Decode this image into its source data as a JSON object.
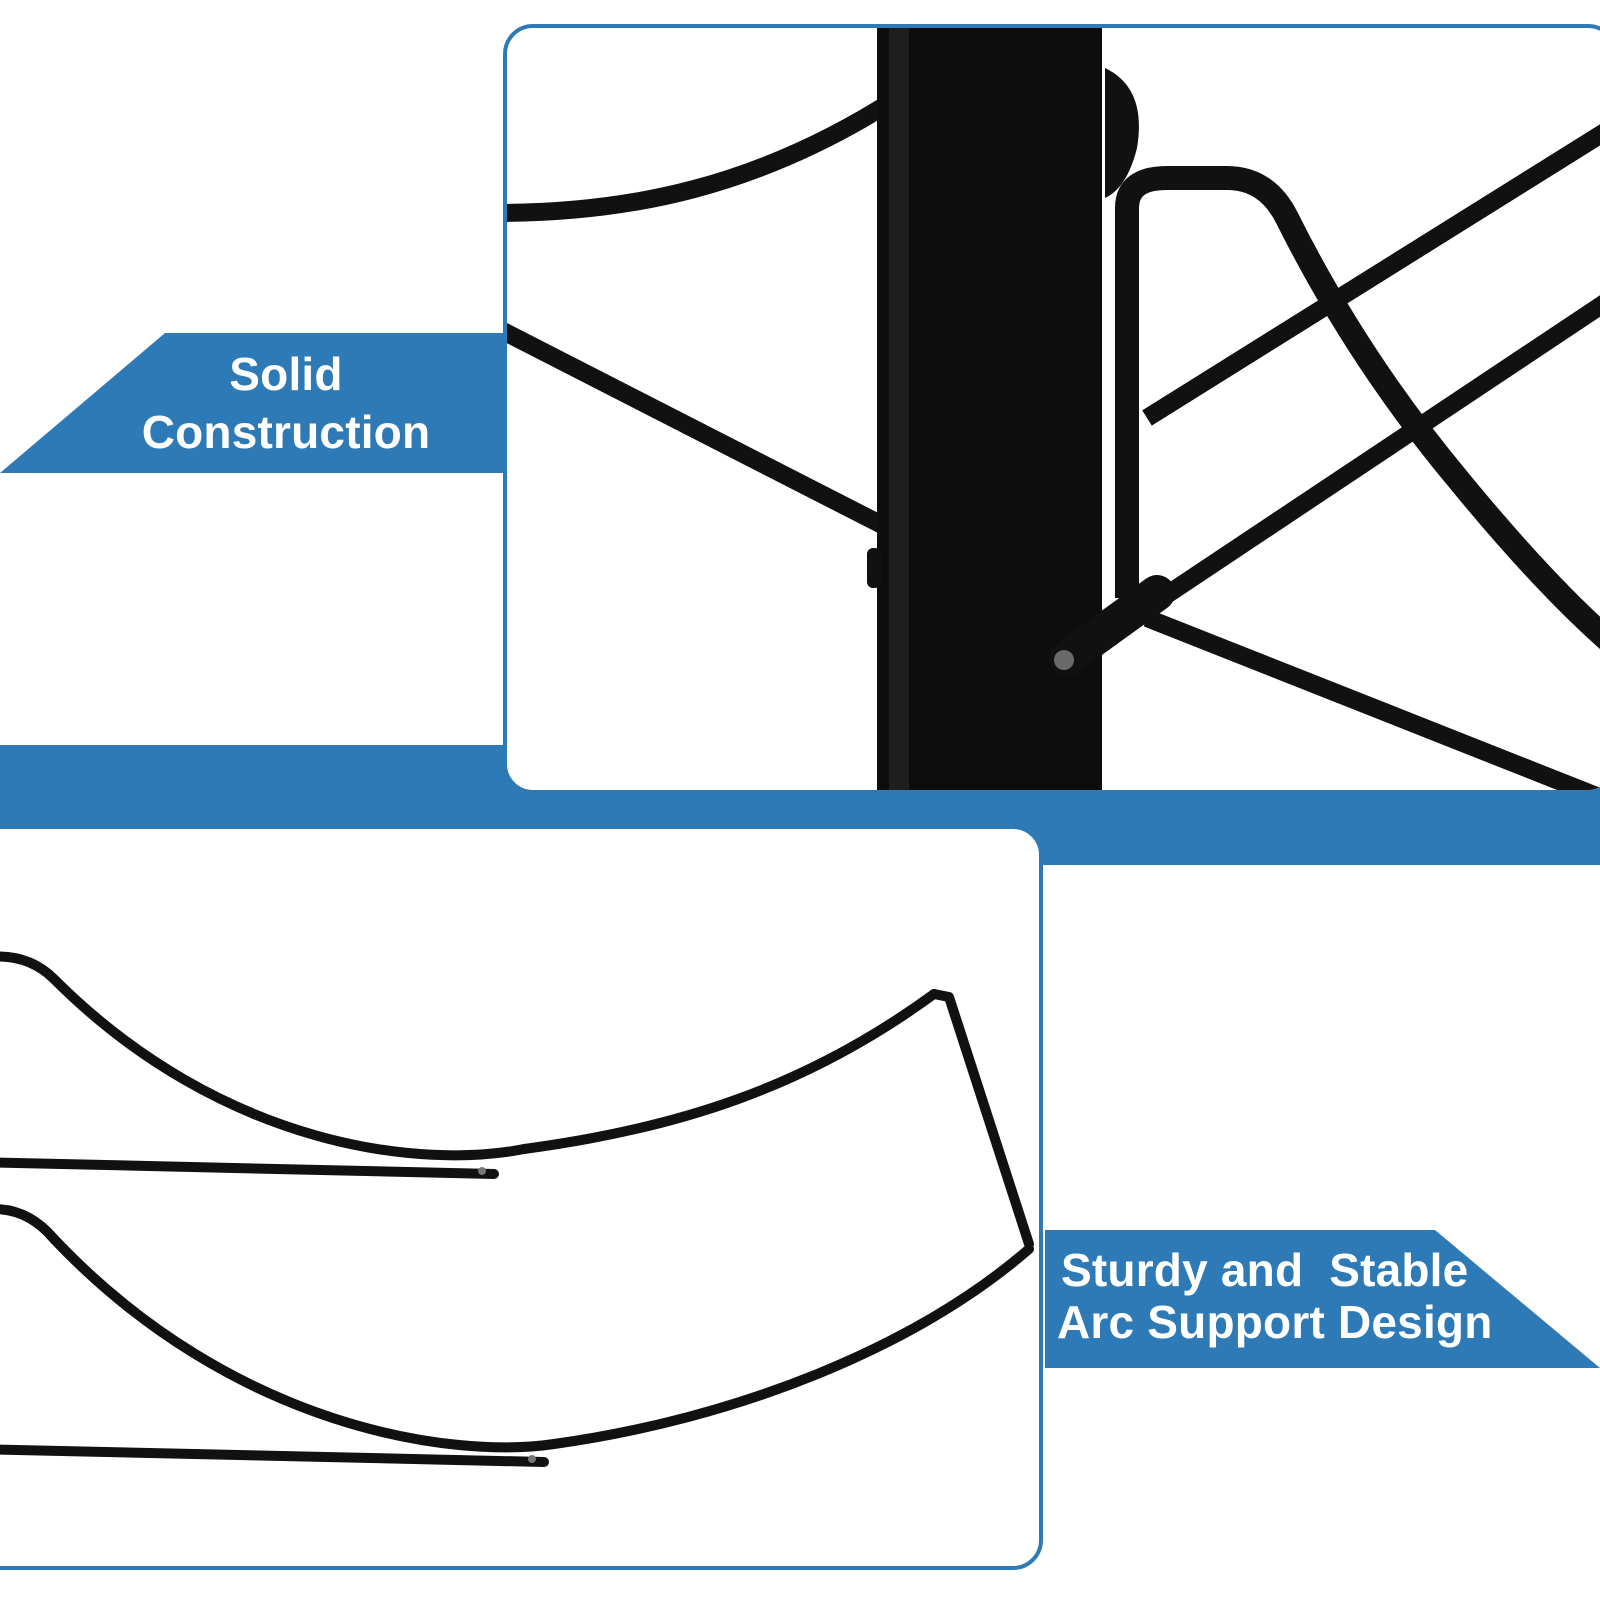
{
  "banners": {
    "top": {
      "line1": "Solid",
      "line2": "Construction"
    },
    "bottom": {
      "line1": "Sturdy and  Stable",
      "line2": "Arc Support Design"
    }
  },
  "colors": {
    "accent": "#2d7ab6",
    "panel_background": "#ffffff",
    "metal": "#111111",
    "page_background": "#ffffff"
  },
  "images": {
    "top": "close-up of black metal post with bent wire rods and peg",
    "bottom": "black metal wire arc support frames"
  }
}
